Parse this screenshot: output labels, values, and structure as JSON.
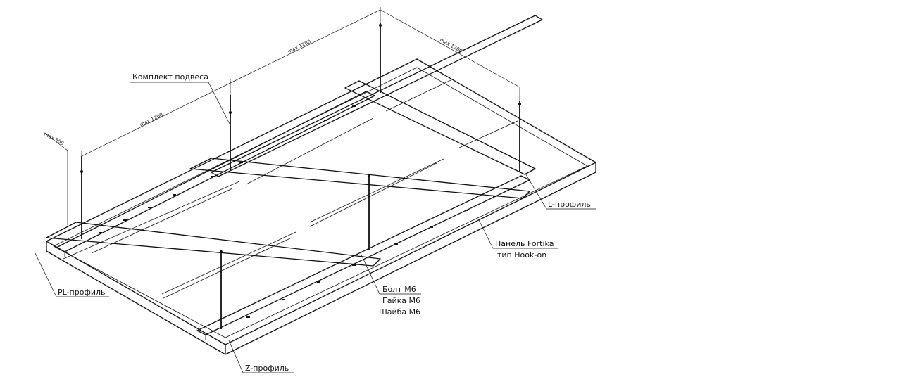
{
  "labels": {
    "hanger_kit": "Комплект подвеса",
    "l_profile": "L-профиль",
    "panel_line1": "Панель Fortika",
    "panel_line2": "тип Hook-on",
    "bolt": "Болт М6",
    "nut": "Гайка М6",
    "washer": "Шайба М6",
    "pl_profile": "PL-профиль",
    "z_profile": "Z-профиль"
  },
  "dimensions": {
    "max300": "max 300",
    "max1200_a": "max 1200",
    "max1200_b": "max 1200",
    "max1200_c": "max 1200"
  }
}
